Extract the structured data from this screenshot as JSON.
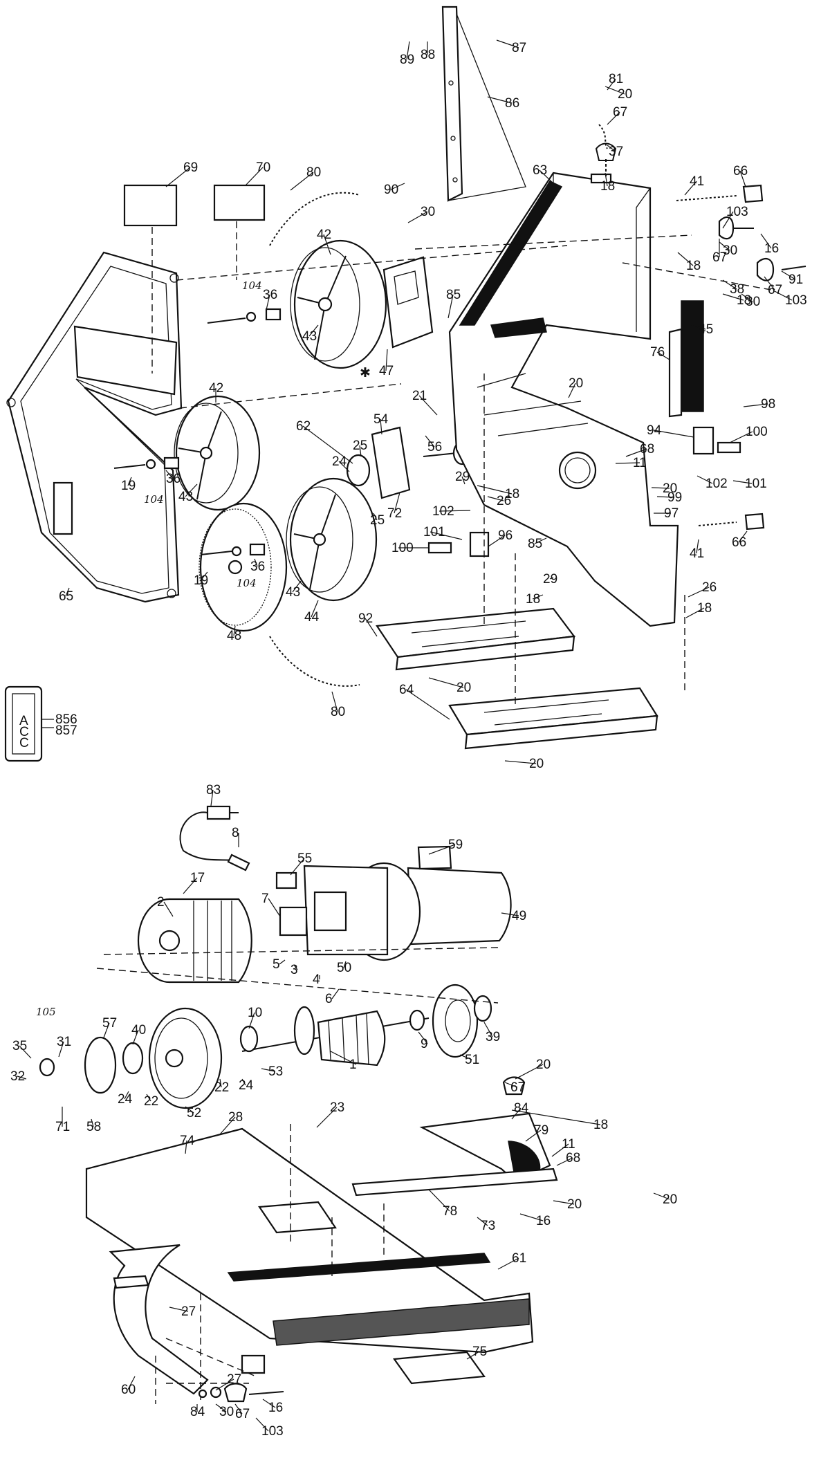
{
  "callouts": [
    "1",
    "2",
    "3",
    "4",
    "5",
    "6",
    "7",
    "8",
    "9",
    "10",
    "11",
    "11",
    "16",
    "16",
    "16",
    "17",
    "18",
    "18",
    "18",
    "18",
    "18",
    "18",
    "18",
    "19",
    "19",
    "20",
    "20",
    "20",
    "20",
    "20",
    "20",
    "20",
    "20",
    "21",
    "22",
    "22",
    "23",
    "24",
    "24",
    "24",
    "25",
    "25",
    "26",
    "26",
    "27",
    "27",
    "28",
    "29",
    "29",
    "30",
    "30",
    "30",
    "30",
    "31",
    "32",
    "35",
    "36",
    "36",
    "36",
    "37",
    "38",
    "39",
    "40",
    "41",
    "41",
    "42",
    "42",
    "43",
    "43",
    "43",
    "44",
    "45",
    "47",
    "48",
    "49",
    "50",
    "51",
    "52",
    "53",
    "54",
    "55",
    "56",
    "57",
    "58",
    "59",
    "60",
    "61",
    "62",
    "63",
    "64",
    "65",
    "66",
    "66",
    "67",
    "67",
    "67",
    "67",
    "67",
    "68",
    "68",
    "69",
    "70",
    "71",
    "72",
    "73",
    "74",
    "75",
    "76",
    "78",
    "79",
    "80",
    "80",
    "81",
    "83",
    "84",
    "84",
    "85",
    "85",
    "86",
    "87",
    "88",
    "89",
    "90",
    "91",
    "92",
    "94",
    "96",
    "97",
    "98",
    "99",
    "100",
    "100",
    "101",
    "101",
    "102",
    "102",
    "103",
    "103",
    "103"
  ],
  "handwritten": [
    "104",
    "104",
    "104",
    "105"
  ],
  "asterisk": "✱",
  "legend_box": {
    "letters": "A\nC\nC",
    "codes": [
      "856",
      "857"
    ]
  }
}
